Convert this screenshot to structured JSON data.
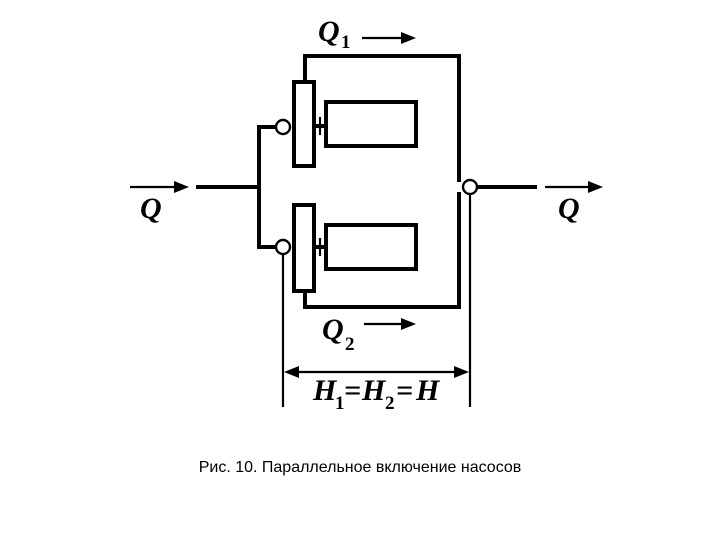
{
  "diagram": {
    "flow_total_in": "Q",
    "flow_total_out": "Q",
    "flow_branch_1": "Q",
    "flow_branch_1_sub": "1",
    "flow_branch_2": "Q",
    "flow_branch_2_sub": "2",
    "head_eq": {
      "h1": "H",
      "h1_sub": "1",
      "eq1": "=",
      "h2": "H",
      "h2_sub": "2",
      "eq2": "=",
      "h": "H"
    }
  },
  "caption": "Рис. 10. Параллельное включение насосов"
}
